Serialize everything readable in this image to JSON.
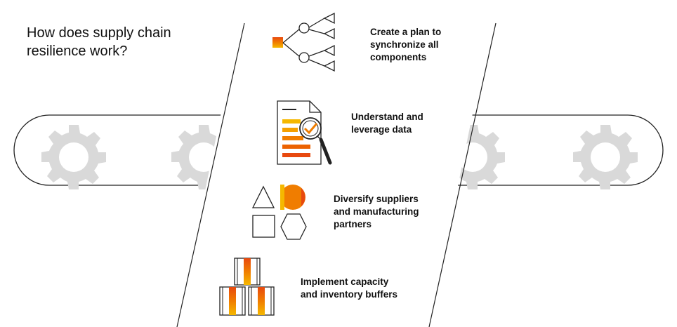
{
  "heading": {
    "line1": "How does supply chain",
    "line2": "resilience work?"
  },
  "steps": [
    {
      "line1": "Create a plan to",
      "line2": "synchronize all",
      "line3": "components",
      "icon": "decision-tree-icon"
    },
    {
      "line1": "Understand and",
      "line2": "leverage data",
      "icon": "document-magnifier-icon"
    },
    {
      "line1": "Diversify suppliers",
      "line2": "and manufacturing",
      "line3": "partners",
      "icon": "shapes-icon"
    },
    {
      "line1": "Implement capacity",
      "line2": "and inventory buffers",
      "icon": "stacked-boxes-icon"
    }
  ],
  "colors": {
    "accent_orange": "#f07d00",
    "accent_yellow": "#f5b800",
    "accent_red": "#e8490f",
    "gear_gray": "#d9d9d9",
    "line": "#222222"
  }
}
